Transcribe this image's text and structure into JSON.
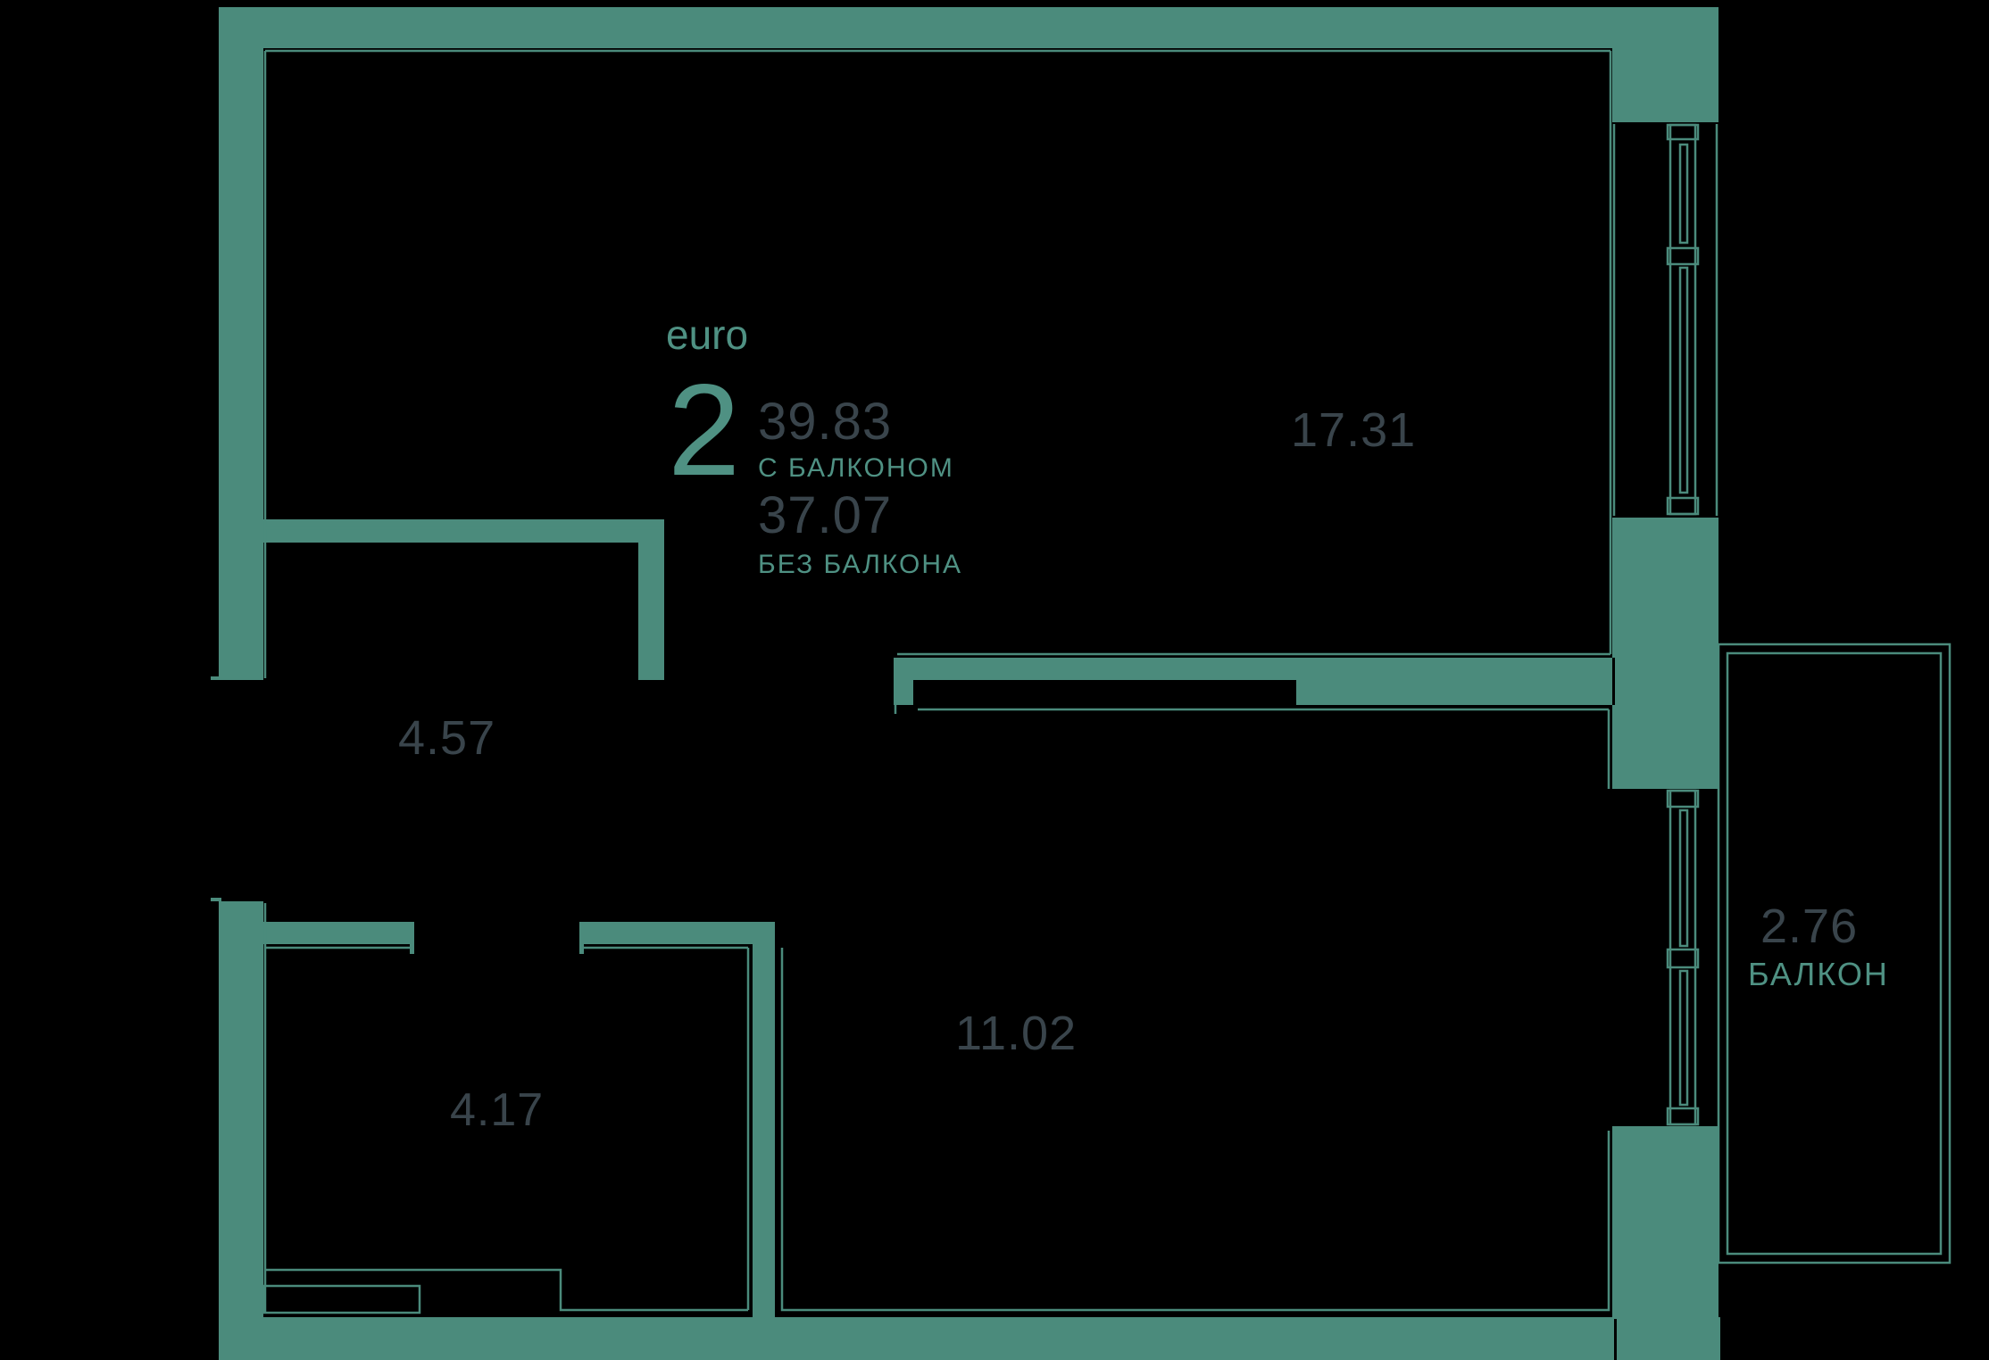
{
  "unit": {
    "type_label": "euro",
    "rooms_count": "2",
    "area_with_balcony": "39.83",
    "with_balcony_label": "С БАЛКОНОМ",
    "area_without_balcony": "37.07",
    "without_balcony_label": "БЕЗ БАЛКОНА"
  },
  "rooms": [
    {
      "id": "kitchen-living",
      "area": "17.31"
    },
    {
      "id": "hall",
      "area": "4.57"
    },
    {
      "id": "bathroom",
      "area": "4.17"
    },
    {
      "id": "bedroom",
      "area": "11.02"
    },
    {
      "id": "balcony",
      "area": "2.76",
      "label": "БАЛКОН"
    }
  ],
  "colors": {
    "wall": "#4B8B7C",
    "accent_text": "#4F9183",
    "area_text": "#39444B",
    "background": "#000000"
  }
}
